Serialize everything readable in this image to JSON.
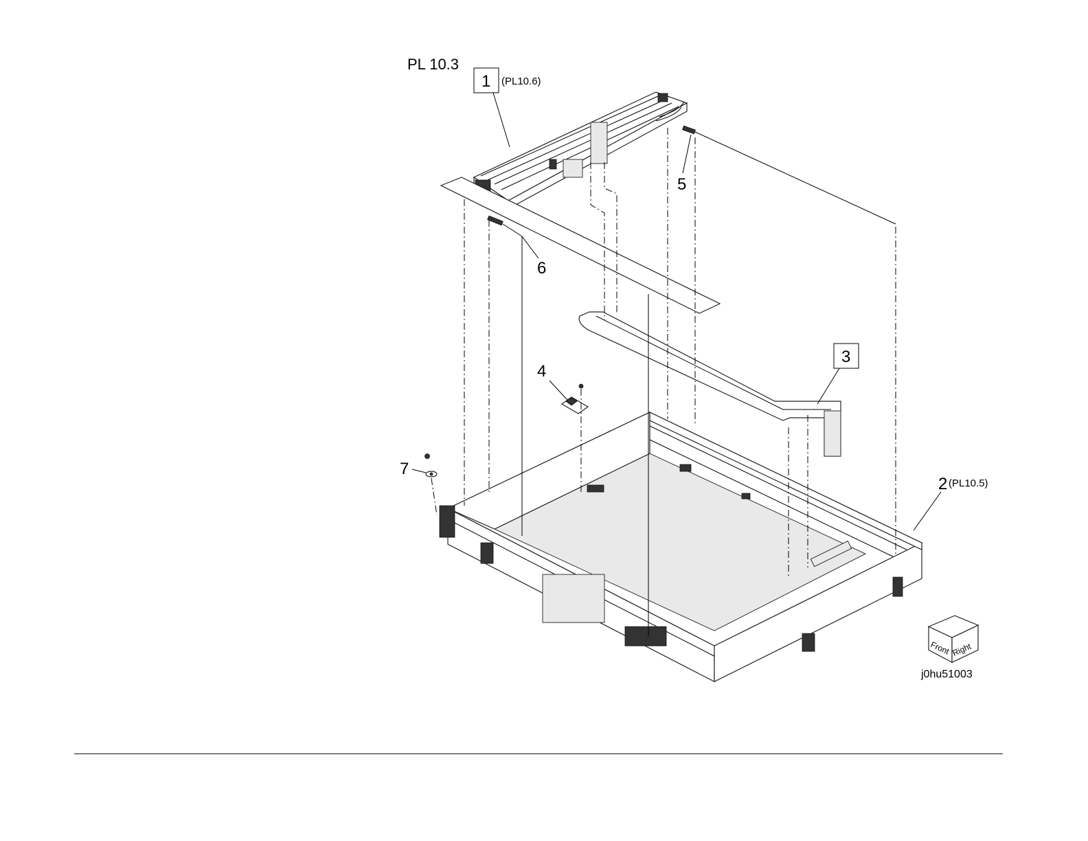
{
  "title": "PL 10.3",
  "callouts": [
    {
      "number": "1",
      "ref": "(PL10.6)",
      "boxed": true
    },
    {
      "number": "2",
      "ref": "(PL10.5)",
      "boxed": false
    },
    {
      "number": "3",
      "ref": "",
      "boxed": true
    },
    {
      "number": "4",
      "ref": "",
      "boxed": false
    },
    {
      "number": "5",
      "ref": "",
      "boxed": false
    },
    {
      "number": "6",
      "ref": "",
      "boxed": false
    },
    {
      "number": "7",
      "ref": "",
      "boxed": false
    }
  ],
  "orientation_cube": {
    "front": "Front",
    "right": "Right"
  },
  "figure_id": "j0hu51003",
  "colors": {
    "line": "#000000",
    "background": "#ffffff"
  }
}
